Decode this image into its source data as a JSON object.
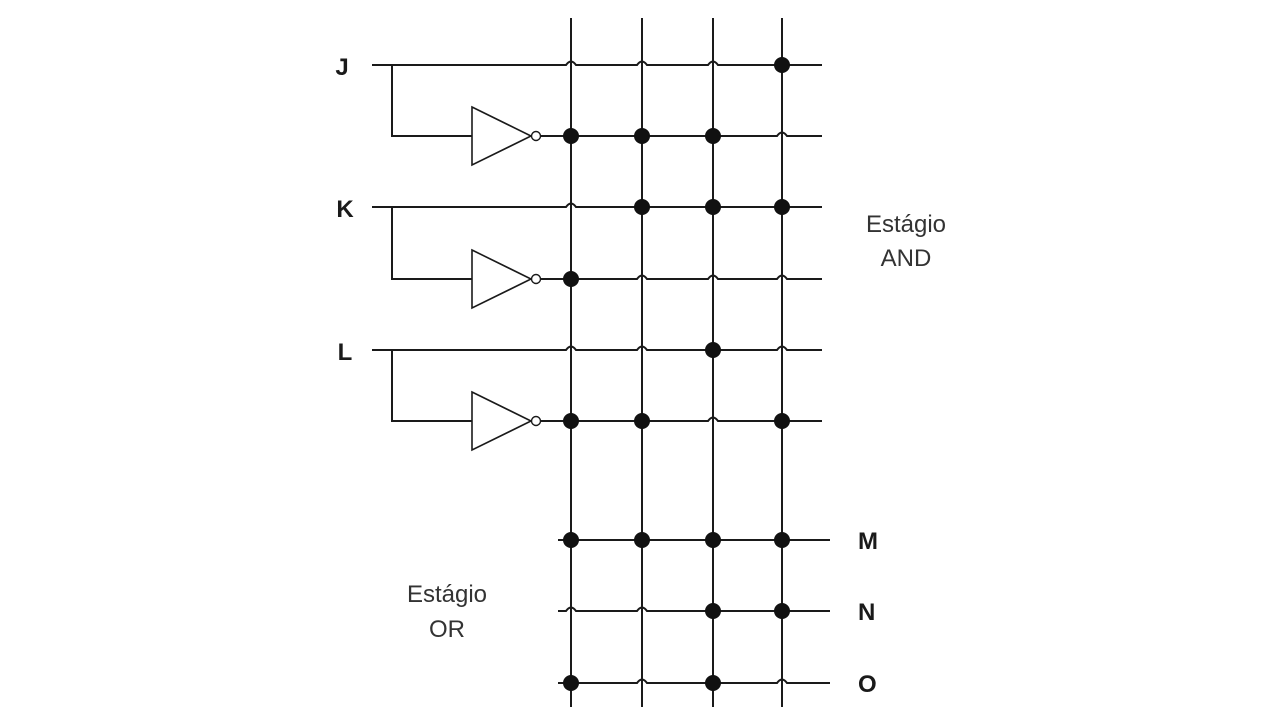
{
  "inputs": [
    "J",
    "K",
    "L"
  ],
  "outputs": [
    "M",
    "N",
    "O"
  ],
  "and_stage": {
    "line1": "Estágio",
    "line2": "AND"
  },
  "or_stage": {
    "line1": "Estágio",
    "line2": "OR"
  },
  "and_connections": [
    [
      false,
      false,
      false,
      true
    ],
    [
      true,
      true,
      true,
      false
    ],
    [
      false,
      true,
      true,
      true
    ],
    [
      true,
      false,
      false,
      false
    ],
    [
      false,
      false,
      true,
      false
    ],
    [
      true,
      true,
      false,
      true
    ]
  ],
  "or_connections": [
    [
      true,
      true,
      true,
      true
    ],
    [
      false,
      false,
      true,
      true
    ],
    [
      true,
      false,
      true,
      false
    ]
  ]
}
